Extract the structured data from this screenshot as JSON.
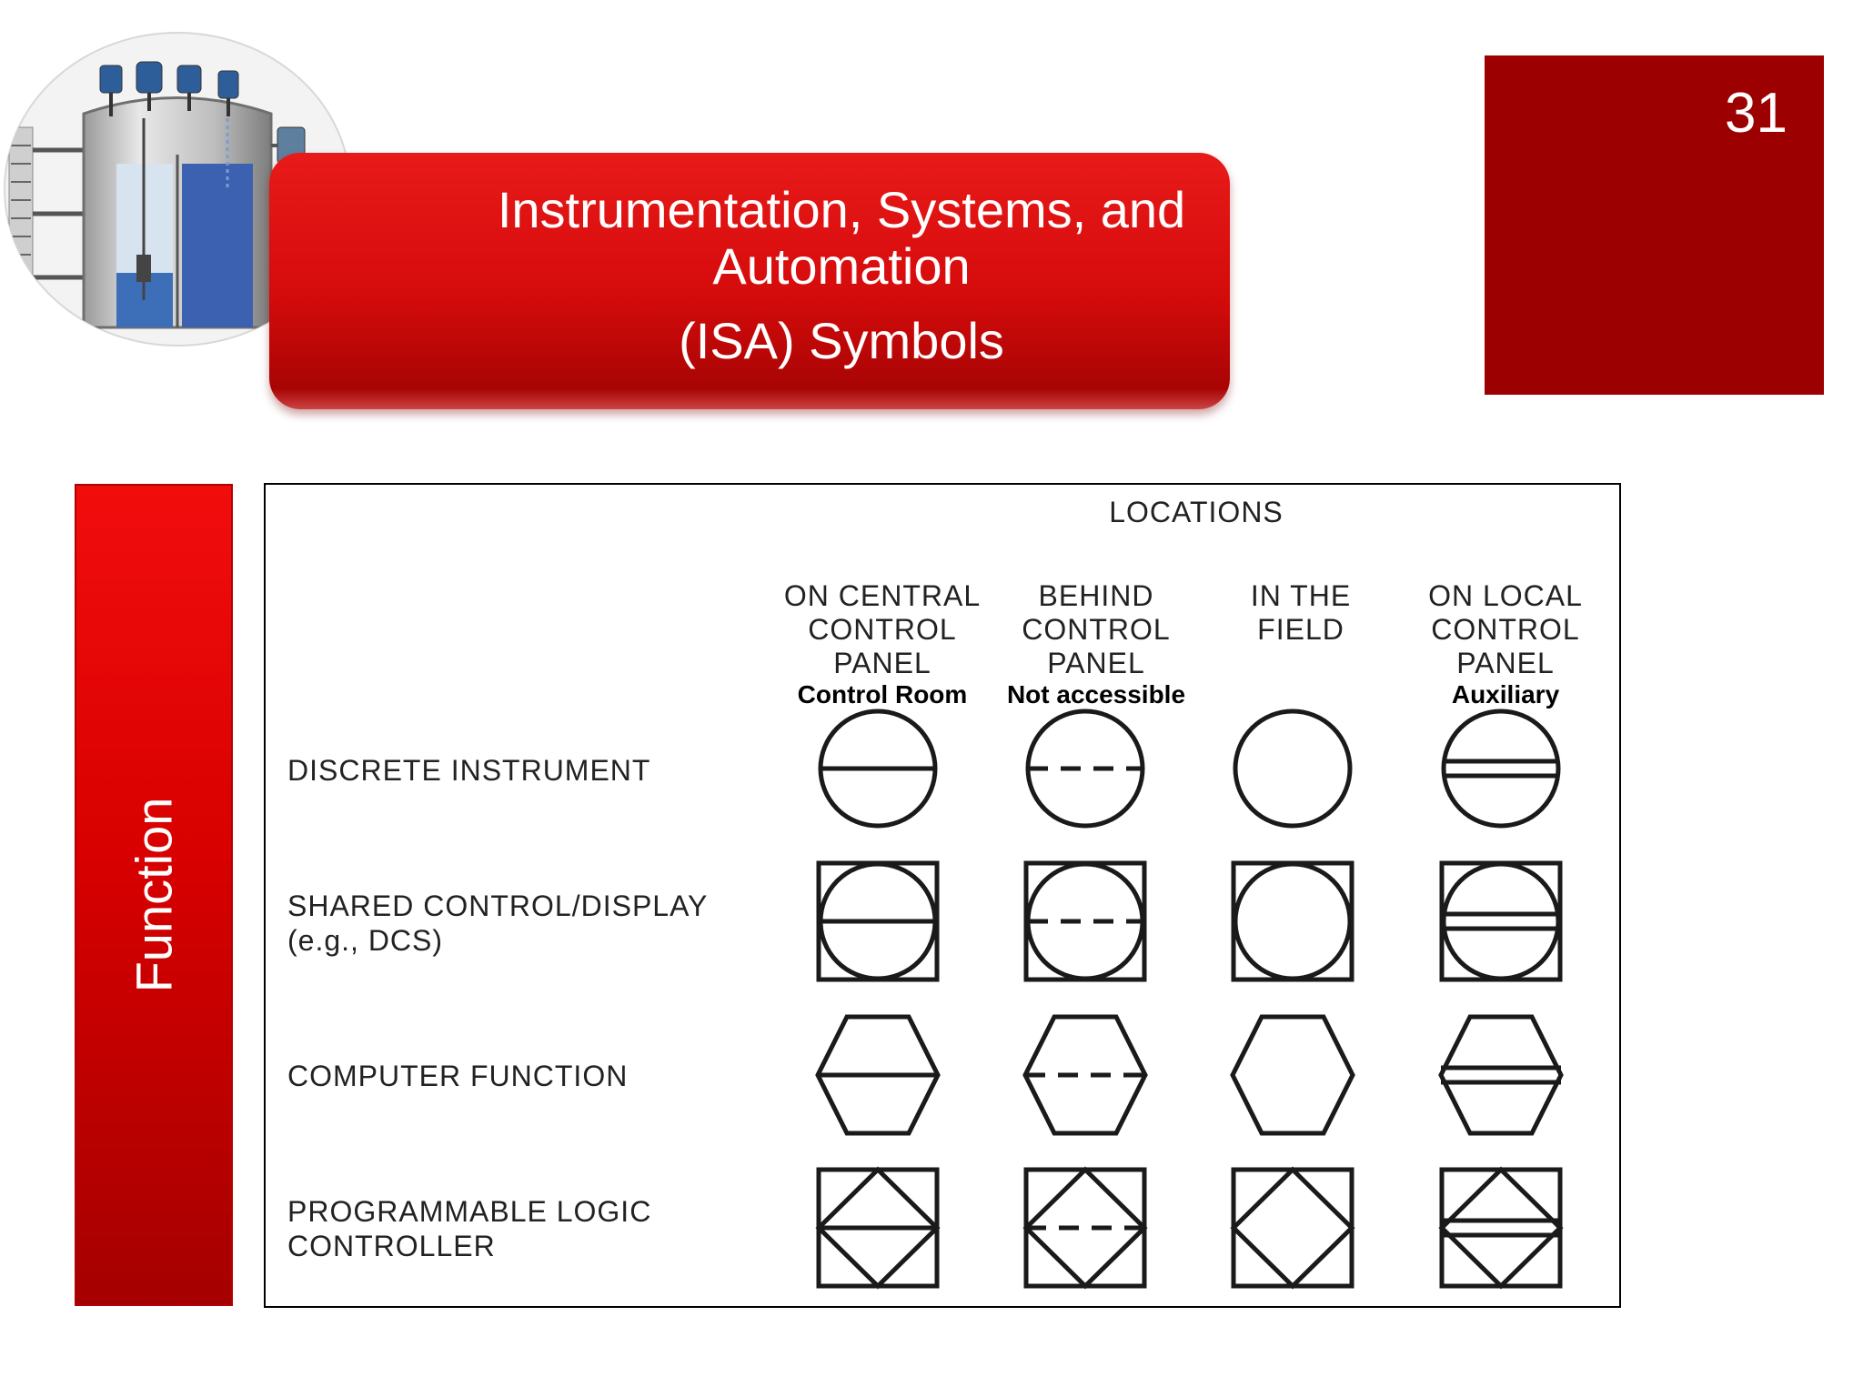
{
  "slide": {
    "number": "31",
    "title_line1": "Instrumentation, Systems, and",
    "title_line2": "Automation",
    "title_line3": "(ISA) Symbols",
    "side_label": "Function"
  },
  "diagram": {
    "locations_header": "LOCATIONS",
    "columns": [
      {
        "l1": "ON CENTRAL",
        "l2": "CONTROL",
        "l3": "PANEL",
        "note": "Control Room",
        "line": "solid"
      },
      {
        "l1": "BEHIND",
        "l2": "CONTROL",
        "l3": "PANEL",
        "note": "Not accessible",
        "line": "dashed"
      },
      {
        "l1": "IN THE",
        "l2": "FIELD",
        "l3": "",
        "note": "",
        "line": "none"
      },
      {
        "l1": "ON LOCAL",
        "l2": "CONTROL",
        "l3": "PANEL",
        "note": "Auxiliary",
        "line": "double"
      }
    ],
    "rows": [
      {
        "l1": "DISCRETE INSTRUMENT",
        "l2": "",
        "shape": "circle"
      },
      {
        "l1": "SHARED CONTROL/DISPLAY",
        "l2": "(e.g., DCS)",
        "shape": "square-circle"
      },
      {
        "l1": "COMPUTER FUNCTION",
        "l2": "",
        "shape": "hexagon"
      },
      {
        "l1": "PROGRAMMABLE LOGIC",
        "l2": "CONTROLLER",
        "shape": "square-diamond"
      }
    ]
  },
  "colors": {
    "banner_red": "#d60b0b",
    "box_red": "#9c0000",
    "stroke": "#1a1a1a"
  }
}
